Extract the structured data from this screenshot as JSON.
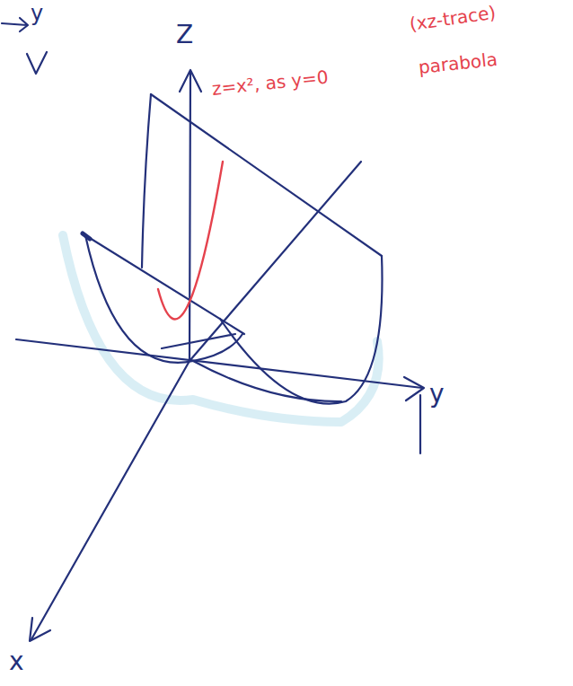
{
  "diagram": {
    "labels": [
      "y",
      "Z",
      "z=x², as y=0",
      "(xz-trace)",
      "parabola",
      "y",
      "x"
    ]
  }
}
